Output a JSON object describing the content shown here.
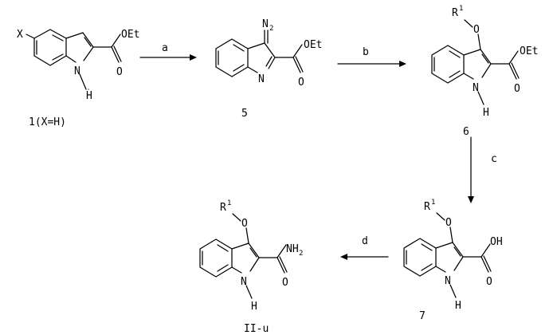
{
  "atoms": {
    "x": "X",
    "n": "N",
    "h": "H",
    "o": "O",
    "oet": "OEt",
    "oh": "OH",
    "n2_main": "N",
    "n2_sub": "2",
    "r": "R",
    "r_sup": "1",
    "nh2_main": "NH",
    "nh2_sub": "2"
  },
  "compounds": {
    "c1": "1(X=H)",
    "c5": "5",
    "c6": "6",
    "c7": "7",
    "c2": "II-u"
  },
  "reagents": {
    "a": "a",
    "b": "b",
    "c": "c",
    "d": "d"
  }
}
